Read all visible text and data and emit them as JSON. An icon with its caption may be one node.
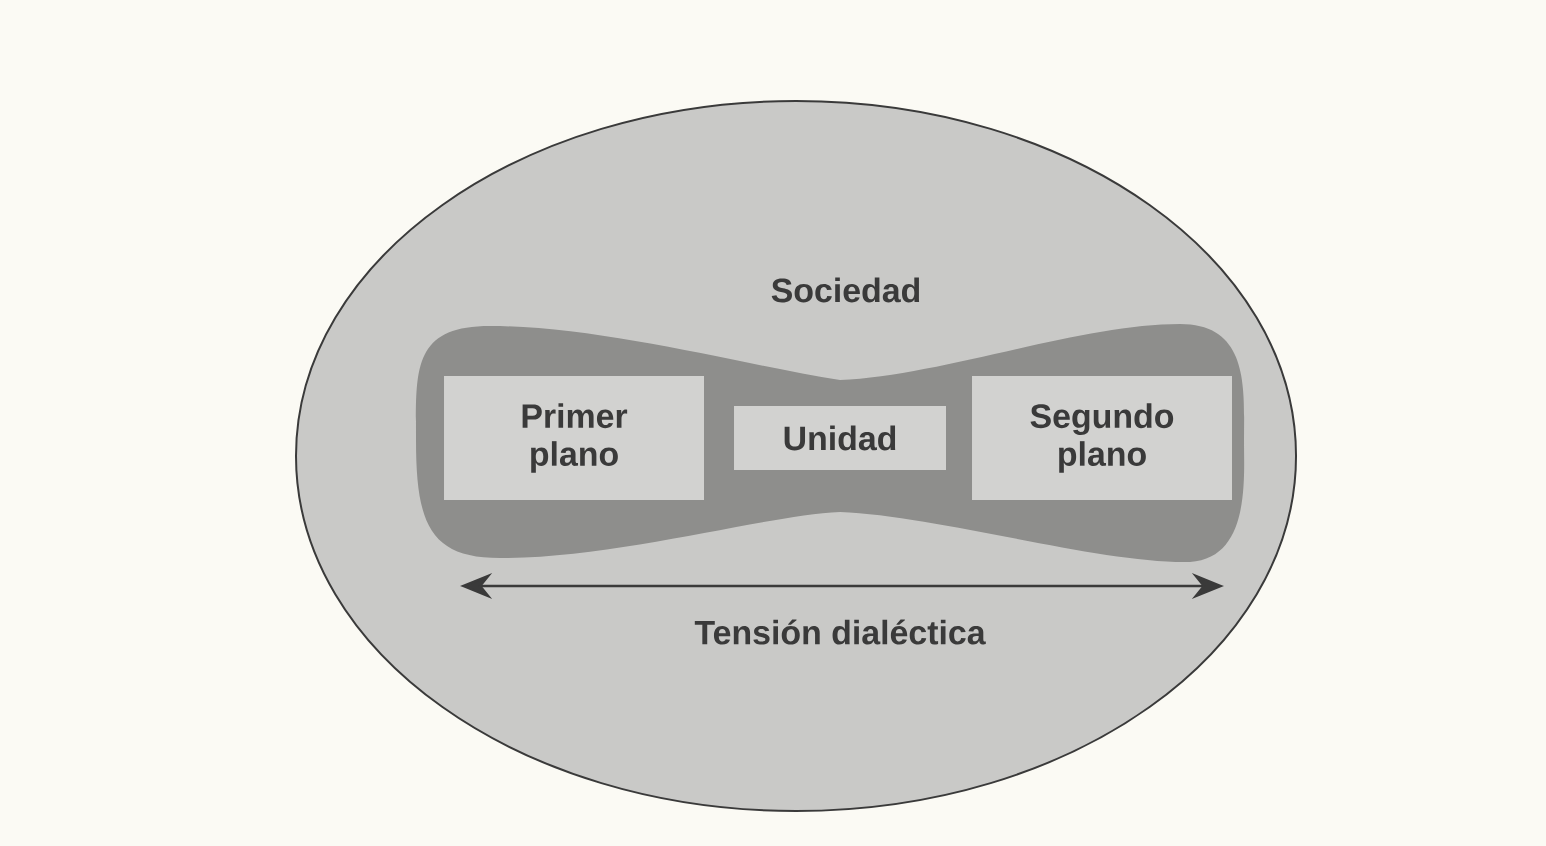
{
  "diagram": {
    "nodes": [
      {
        "text": [
          "Sociedad"
        ]
      },
      {
        "text": [],
        "shape": "band",
        "in": 0
      },
      {
        "text": [
          "Primer plano"
        ],
        "in": 1
      },
      {
        "text": [
          "Unidad"
        ],
        "in": 1
      },
      {
        "text": [
          "Segundo plano"
        ],
        "in": 1
      }
    ],
    "labels": [
      "Tensión dialéctica"
    ]
  }
}
